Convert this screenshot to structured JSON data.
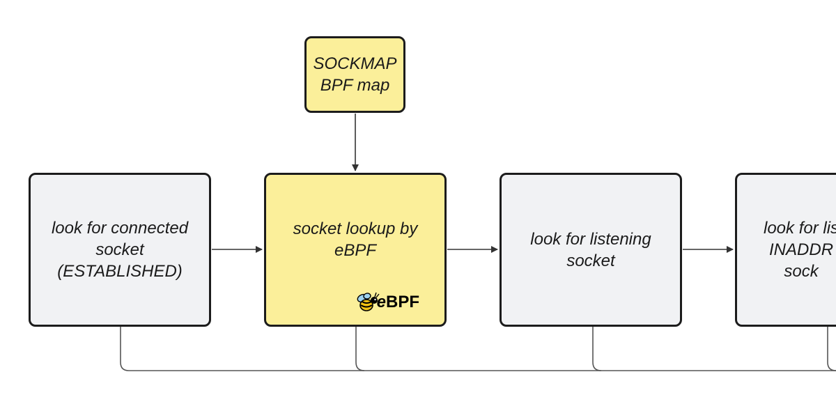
{
  "diagram": {
    "nodes": [
      {
        "id": "sockmap",
        "lines": [
          "SOCKMAP",
          "BPF map"
        ],
        "fill": "#fbef9a"
      },
      {
        "id": "connected",
        "lines": [
          "look for connected",
          "socket",
          "(ESTABLISHED)"
        ],
        "fill": "#f1f2f4"
      },
      {
        "id": "ebpf",
        "lines": [
          "socket lookup by",
          "eBPF"
        ],
        "fill": "#fbef9a"
      },
      {
        "id": "listening",
        "lines": [
          "look for listening",
          "socket"
        ],
        "fill": "#f1f2f4"
      },
      {
        "id": "inaddr",
        "lines": [
          "look for lis",
          "INADDR",
          "sock"
        ],
        "fill": "#f1f2f4"
      }
    ],
    "edges": [
      {
        "from": "sockmap",
        "to": "ebpf"
      },
      {
        "from": "connected",
        "to": "ebpf"
      },
      {
        "from": "ebpf",
        "to": "listening"
      },
      {
        "from": "listening",
        "to": "inaddr"
      }
    ],
    "logo": {
      "e": "e",
      "bpf": "BPF",
      "icon": "bee-icon"
    },
    "colors": {
      "stroke": "#1c1c1c",
      "yellow": "#fbef9a",
      "gray": "#f1f2f4"
    }
  }
}
